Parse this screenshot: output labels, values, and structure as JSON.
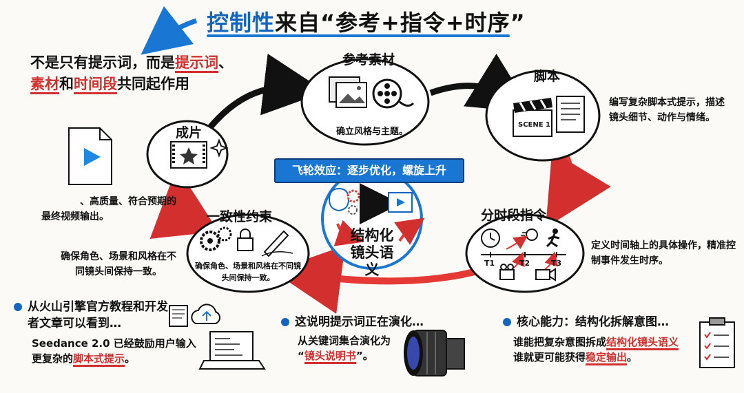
{
  "title": {
    "part1": "控制性",
    "part2": "来自“参考+指令+时序”"
  },
  "intro": {
    "line1_a": "不是只有提示词，而是",
    "line1_b": "提示词",
    "line1_c": "、",
    "line2_a": "素材",
    "line2_b": "和",
    "line2_c": "时间段",
    "line2_d": "共同起作用"
  },
  "nodes": {
    "reference": {
      "title": "参考素材",
      "desc": "确立风格与主题。"
    },
    "script": {
      "title": "脚本",
      "desc": "编写复杂脚本式提示，描述镜头细节、动作与情绪。",
      "card": "SCENE 1"
    },
    "timing": {
      "title": "分时段指令",
      "desc": "定义时间轴上的具体操作，精准控制事件发生时序。",
      "t1": "T1",
      "t2": "T2",
      "t3": "T3"
    },
    "consistency": {
      "title": "一致性约束",
      "inner": "确保角色、场景和风格在不同镜头间保持一致。",
      "outer": "确保角色、场景和风格在不同镜头间保持一致。"
    },
    "output": {
      "title": "成片",
      "desc": "、高质量、符合预期的最终视频输出。"
    }
  },
  "center": {
    "banner": "飞轮效应：逐步优化，螺旋上升",
    "label_line1": "结构化",
    "label_line2": "镜头语义"
  },
  "bottom": {
    "left": {
      "title": "从火山引擎官方教程和开发者文章可以看到…",
      "body_a": "Seedance 2.0 已经鼓励用户输入更复杂的",
      "body_b": "脚本式提示",
      "body_c": "。"
    },
    "middle": {
      "title": "这说明提示词正在演化…",
      "body_a": "从关键词集合演化为",
      "body_b": "“",
      "body_c": "镜头说明书",
      "body_d": "”。"
    },
    "right": {
      "title": "核心能力：结构化拆解意图…",
      "body_a": "谁能把复杂意图拆成",
      "body_b": "结构化镜头语义",
      "body_c": "谁就更可能获得",
      "body_d": "稳定输出",
      "body_e": "。"
    }
  },
  "colors": {
    "blue": "#1565c0",
    "red": "#d32f2f",
    "ink": "#111111"
  }
}
